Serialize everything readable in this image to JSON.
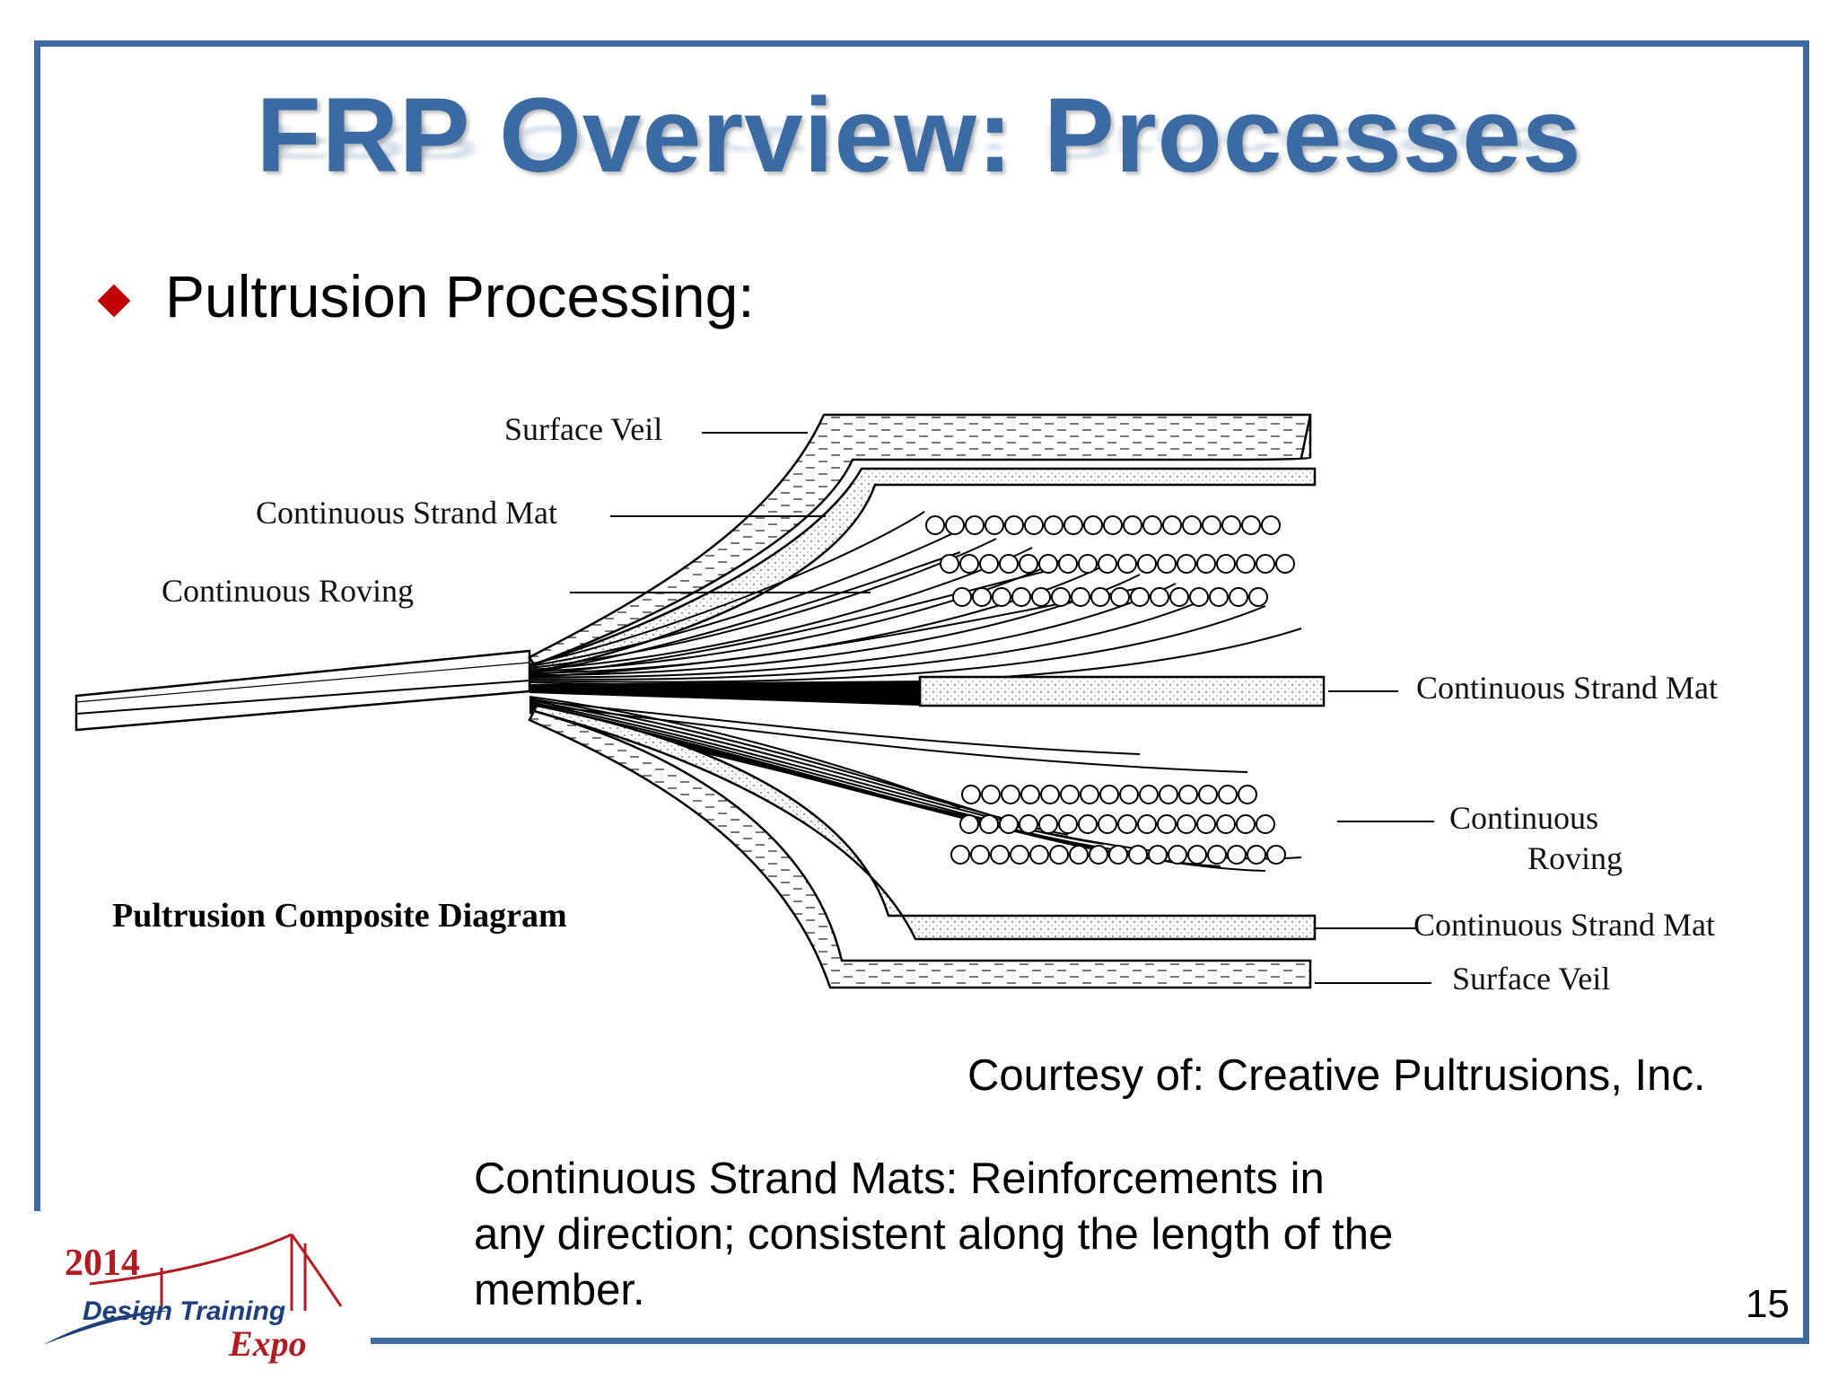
{
  "slide": {
    "title": "FRP Overview: Processes",
    "bullet": "Pultrusion Processing:",
    "courtesy": "Courtesy of: Creative Pultrusions, Inc.",
    "note": "Continuous Strand Mats: Reinforcements in any direction; consistent along the length of the member.",
    "page_number": "15",
    "accent_color": "#3d6aa0",
    "bullet_color": "#c00000"
  },
  "diagram": {
    "caption": "Pultrusion Composite Diagram",
    "labels_left": [
      "Surface Veil",
      "Continuous Strand Mat",
      "Continuous Roving"
    ],
    "labels_right": {
      "mid_mat": "Continuous Strand Mat",
      "roving_line1": "Continuous",
      "roving_line2": "Roving",
      "bottom_mat": "Continuous Strand Mat",
      "bottom_veil": "Surface Veil"
    }
  },
  "logo": {
    "year": "2014",
    "name": "Design Training",
    "expo": "Expo"
  }
}
